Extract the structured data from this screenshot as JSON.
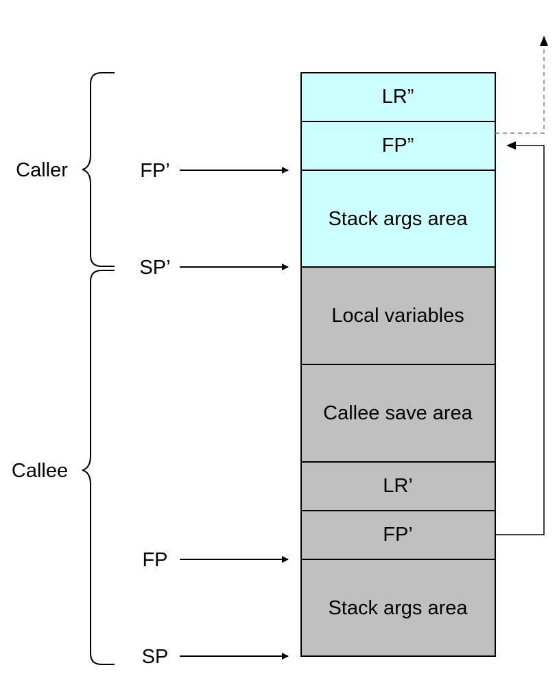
{
  "colors": {
    "caller_fill": "#ccffff",
    "callee_fill": "#c0c0c0",
    "line": "#000000",
    "dashed_line": "#808080"
  },
  "stack": {
    "cells": [
      {
        "id": "lr-caller-caller",
        "label": "LR”",
        "frame": "caller"
      },
      {
        "id": "fp-caller-caller",
        "label": "FP”",
        "frame": "caller"
      },
      {
        "id": "stack-args-caller",
        "label": "Stack args area",
        "frame": "caller"
      },
      {
        "id": "local-variables",
        "label": "Local variables",
        "frame": "callee"
      },
      {
        "id": "callee-save-area",
        "label": "Callee save area",
        "frame": "callee"
      },
      {
        "id": "lr-callee",
        "label": "LR’",
        "frame": "callee"
      },
      {
        "id": "fp-callee",
        "label": "FP’",
        "frame": "callee"
      },
      {
        "id": "stack-args-callee",
        "label": "Stack args area",
        "frame": "callee"
      }
    ]
  },
  "pointers": [
    {
      "id": "fp-prime",
      "label": "FP’"
    },
    {
      "id": "sp-prime",
      "label": "SP’"
    },
    {
      "id": "fp",
      "label": "FP"
    },
    {
      "id": "sp",
      "label": "SP"
    }
  ],
  "braces": {
    "caller": "Caller",
    "callee": "Callee"
  }
}
